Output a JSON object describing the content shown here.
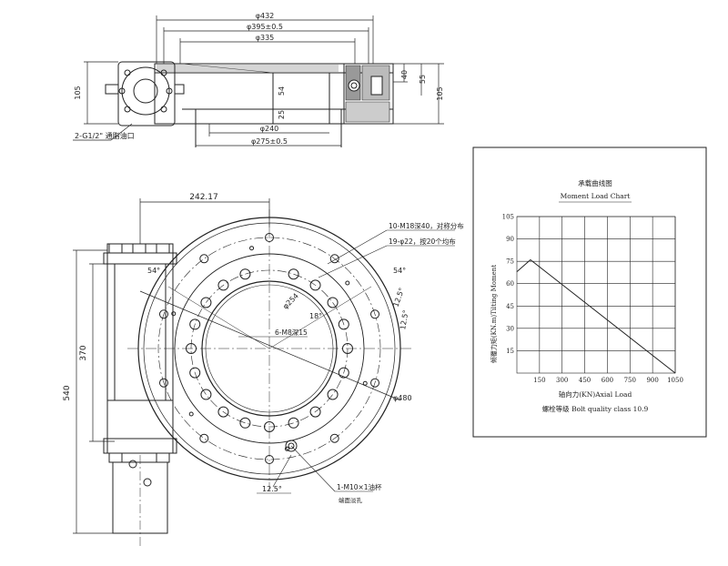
{
  "side_view": {
    "dims": {
      "d432": "φ432",
      "d395": "φ395±0.5",
      "d335": "φ335",
      "h105_left": "105",
      "h105_right": "105",
      "d40": "40",
      "d55": "55",
      "d54": "54",
      "d25": "25",
      "d240": "φ240",
      "d275": "φ275±0.5"
    },
    "grease_note": "2-G1/2\" 通脂油口"
  },
  "plan_view": {
    "dims": {
      "w242": "242.17",
      "h370": "370",
      "h540": "540",
      "ang54_left": "54°",
      "ang54_right": "54°",
      "ang12_5_a": "12.5°",
      "ang12_5_b": "12.5°",
      "ang12_5_bottom": "12.5°",
      "ang18": "18°",
      "d254": "φ254",
      "d480": "φ480"
    },
    "callouts": {
      "outer_holes": "10-M18深40，对称分布",
      "inner_holes": "19-φ22，按20个均布",
      "m8_holes": "6-M8深15",
      "m10_hole": "1-M10×1油杯",
      "m10_sub": "端面淡孔"
    }
  },
  "moment_chart": {
    "chart_data": {
      "type": "line",
      "title": "承载曲线图",
      "subtitle": "Moment Load Chart",
      "xlabel": "轴向力(KN)Axial Load",
      "ylabel": "倾覆力矩(KN.m)Tilting Moment",
      "note": "螺栓等级 Bolt quality class 10.9",
      "x_ticks": [
        "150",
        "300",
        "450",
        "600",
        "750",
        "900",
        "1050"
      ],
      "y_ticks": [
        "15",
        "30",
        "45",
        "60",
        "75",
        "90",
        "105"
      ],
      "xlim": [
        0,
        1050
      ],
      "ylim": [
        0,
        105
      ],
      "grid": true,
      "series": [
        {
          "points": [
            [
              0,
              68
            ],
            [
              90,
              76
            ],
            [
              1050,
              0
            ]
          ]
        }
      ]
    }
  }
}
